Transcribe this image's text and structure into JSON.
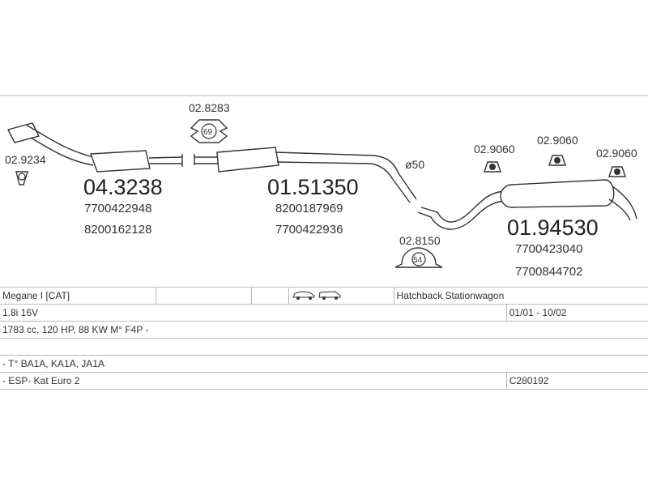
{
  "parts": {
    "gasket_left": {
      "code": "02.9234"
    },
    "front_pipe": {
      "code": "04.3238",
      "oem": [
        "7700422948",
        "8200162128"
      ]
    },
    "clamp_top": {
      "code": "02.8283",
      "size": "69"
    },
    "middle_silencer": {
      "code": "01.51350",
      "oem": [
        "8200187969",
        "7700422936"
      ]
    },
    "pipe_diameter": {
      "label": "ø50"
    },
    "clamp_bottom": {
      "code": "02.8150",
      "size": "54"
    },
    "hangers": [
      {
        "code": "02.9060"
      },
      {
        "code": "02.9060"
      },
      {
        "code": "02.9060"
      }
    ],
    "rear_silencer": {
      "code": "01.94530",
      "oem": [
        "7700423040",
        "7700844702"
      ]
    }
  },
  "vehicle": {
    "model": "Megane I  [CAT]",
    "body_types": "Hatchback Stationwagon",
    "engine": "1.8i 16V",
    "period": "01/01 - 10/02",
    "engine_details": "1783 cc, 120 HP, 88 KW M° F4P -",
    "type_codes": "- T° BA1A, KA1A, JA1A",
    "notes": "- ESP- Kat Euro 2",
    "catalog_code": "C280192"
  },
  "colors": {
    "line": "#333333",
    "border": "#bbbbbb"
  }
}
